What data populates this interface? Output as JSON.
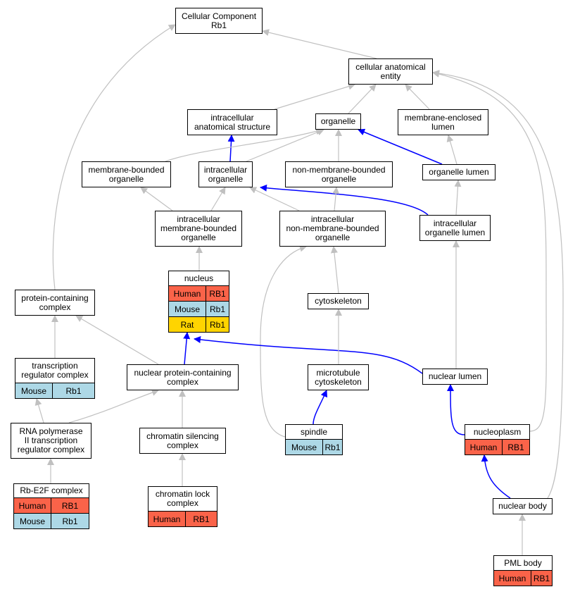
{
  "colors": {
    "edge_gray": "#c0c0c0",
    "edge_blue": "#0000ff",
    "Human": "#fa6349",
    "Mouse": "#add8e6",
    "Rat": "#ffd400"
  },
  "nodes": [
    {
      "id": "cc",
      "label": "Cellular Component\nRb1",
      "rows": []
    },
    {
      "id": "cae",
      "label": "cellular anatomical\nentity",
      "rows": []
    },
    {
      "id": "ias",
      "label": "intracellular\nanatomical structure",
      "rows": []
    },
    {
      "id": "org",
      "label": "organelle",
      "rows": []
    },
    {
      "id": "mel",
      "label": "membrane-enclosed\nlumen",
      "rows": []
    },
    {
      "id": "mbo",
      "label": "membrane-bounded\norganelle",
      "rows": []
    },
    {
      "id": "io",
      "label": "intracellular\norganelle",
      "rows": []
    },
    {
      "id": "nmbo",
      "label": "non-membrane-bounded\norganelle",
      "rows": []
    },
    {
      "id": "ol",
      "label": "organelle lumen",
      "rows": []
    },
    {
      "id": "imbo",
      "label": "intracellular\nmembrane-bounded\norganelle",
      "rows": []
    },
    {
      "id": "inmbo",
      "label": "intracellular\nnon-membrane-bounded\norganelle",
      "rows": []
    },
    {
      "id": "iol",
      "label": "intracellular\norganelle lumen",
      "rows": []
    },
    {
      "id": "nuc",
      "label": "nucleus",
      "rows": [
        {
          "species": "Human",
          "gene": "RB1"
        },
        {
          "species": "Mouse",
          "gene": "Rb1"
        },
        {
          "species": "Rat",
          "gene": "Rb1"
        }
      ]
    },
    {
      "id": "pcc",
      "label": "protein-containing\ncomplex",
      "rows": []
    },
    {
      "id": "cyto",
      "label": "cytoskeleton",
      "rows": []
    },
    {
      "id": "trc",
      "label": "transcription\nregulator complex",
      "rows": [
        {
          "species": "Mouse",
          "gene": "Rb1"
        }
      ]
    },
    {
      "id": "npcc",
      "label": "nuclear protein-containing\ncomplex",
      "rows": []
    },
    {
      "id": "mtc",
      "label": "microtubule\ncytoskeleton",
      "rows": []
    },
    {
      "id": "nl",
      "label": "nuclear lumen",
      "rows": []
    },
    {
      "id": "rnap",
      "label": "RNA polymerase\nII transcription\nregulator complex",
      "rows": []
    },
    {
      "id": "csc",
      "label": "chromatin silencing\ncomplex",
      "rows": []
    },
    {
      "id": "spindle",
      "label": "spindle",
      "rows": [
        {
          "species": "Mouse",
          "gene": "Rb1"
        }
      ]
    },
    {
      "id": "np",
      "label": "nucleoplasm",
      "rows": [
        {
          "species": "Human",
          "gene": "RB1"
        }
      ]
    },
    {
      "id": "rbe2f",
      "label": "Rb-E2F complex",
      "rows": [
        {
          "species": "Human",
          "gene": "RB1"
        },
        {
          "species": "Mouse",
          "gene": "Rb1"
        }
      ]
    },
    {
      "id": "clc",
      "label": "chromatin lock\ncomplex",
      "rows": [
        {
          "species": "Human",
          "gene": "RB1"
        }
      ]
    },
    {
      "id": "nb",
      "label": "nuclear body",
      "rows": []
    },
    {
      "id": "pml",
      "label": "PML body",
      "rows": [
        {
          "species": "Human",
          "gene": "RB1"
        }
      ]
    }
  ],
  "edges": [
    {
      "from": "cae",
      "to": "cc",
      "color": "gray"
    },
    {
      "from": "pcc",
      "to": "cc",
      "color": "gray"
    },
    {
      "from": "ias",
      "to": "cae",
      "color": "gray"
    },
    {
      "from": "org",
      "to": "cae",
      "color": "gray"
    },
    {
      "from": "mel",
      "to": "cae",
      "color": "gray"
    },
    {
      "from": "np",
      "to": "cae",
      "color": "gray"
    },
    {
      "from": "nb",
      "to": "cae",
      "color": "gray"
    },
    {
      "from": "io",
      "to": "ias",
      "color": "blue"
    },
    {
      "from": "mbo",
      "to": "org",
      "color": "gray"
    },
    {
      "from": "io",
      "to": "org",
      "color": "gray"
    },
    {
      "from": "nmbo",
      "to": "org",
      "color": "gray"
    },
    {
      "from": "ol",
      "to": "org",
      "color": "blue"
    },
    {
      "from": "ol",
      "to": "mel",
      "color": "gray"
    },
    {
      "from": "imbo",
      "to": "mbo",
      "color": "gray"
    },
    {
      "from": "imbo",
      "to": "io",
      "color": "gray"
    },
    {
      "from": "inmbo",
      "to": "io",
      "color": "gray"
    },
    {
      "from": "iol",
      "to": "io",
      "color": "blue"
    },
    {
      "from": "inmbo",
      "to": "nmbo",
      "color": "gray"
    },
    {
      "from": "iol",
      "to": "ol",
      "color": "gray"
    },
    {
      "from": "nuc",
      "to": "imbo",
      "color": "gray"
    },
    {
      "from": "cyto",
      "to": "inmbo",
      "color": "gray"
    },
    {
      "from": "spindle",
      "to": "inmbo",
      "color": "gray"
    },
    {
      "from": "nl",
      "to": "iol",
      "color": "gray"
    },
    {
      "from": "npcc",
      "to": "nuc",
      "color": "blue"
    },
    {
      "from": "nl",
      "to": "nuc",
      "color": "blue"
    },
    {
      "from": "trc",
      "to": "pcc",
      "color": "gray"
    },
    {
      "from": "npcc",
      "to": "pcc",
      "color": "gray"
    },
    {
      "from": "mtc",
      "to": "cyto",
      "color": "gray"
    },
    {
      "from": "rnap",
      "to": "trc",
      "color": "gray"
    },
    {
      "from": "rnap",
      "to": "npcc",
      "color": "gray"
    },
    {
      "from": "csc",
      "to": "npcc",
      "color": "gray"
    },
    {
      "from": "spindle",
      "to": "mtc",
      "color": "blue"
    },
    {
      "from": "np",
      "to": "nl",
      "color": "blue"
    },
    {
      "from": "rbe2f",
      "to": "rnap",
      "color": "gray"
    },
    {
      "from": "clc",
      "to": "csc",
      "color": "gray"
    },
    {
      "from": "nb",
      "to": "np",
      "color": "blue"
    },
    {
      "from": "pml",
      "to": "nb",
      "color": "gray"
    }
  ]
}
